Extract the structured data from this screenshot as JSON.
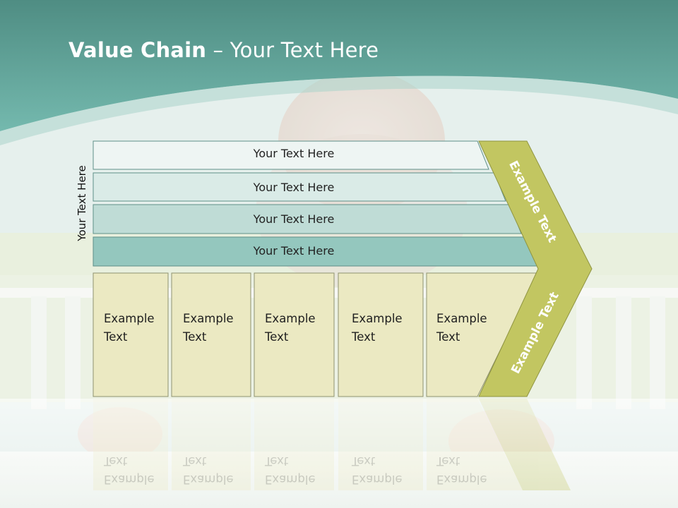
{
  "slide": {
    "title_bold": "Value Chain",
    "title_rest": " – Your Text Here"
  },
  "diagram": {
    "side_label": "Your Text Here",
    "bars": [
      {
        "label": "Your Text Here",
        "fill": "#eef5f3"
      },
      {
        "label": "Your Text Here",
        "fill": "#daebe7"
      },
      {
        "label": "Your Text Here",
        "fill": "#bfdcd6"
      },
      {
        "label": "Your Text Here",
        "fill": "#94c7be"
      }
    ],
    "boxes": [
      {
        "line1": "Example",
        "line2": "Text"
      },
      {
        "line1": "Example",
        "line2": "Text"
      },
      {
        "line1": "Example",
        "line2": "Text"
      },
      {
        "line1": "Example",
        "line2": "Text"
      },
      {
        "line1": "Example",
        "line2": "Text"
      }
    ],
    "chevron_upper": "Example Text",
    "chevron_lower": "Example Text"
  },
  "colors": {
    "header_teal": "#6fb3aa",
    "box_fill": "#ebe9c2",
    "chevron_fill": "#c2c661"
  }
}
